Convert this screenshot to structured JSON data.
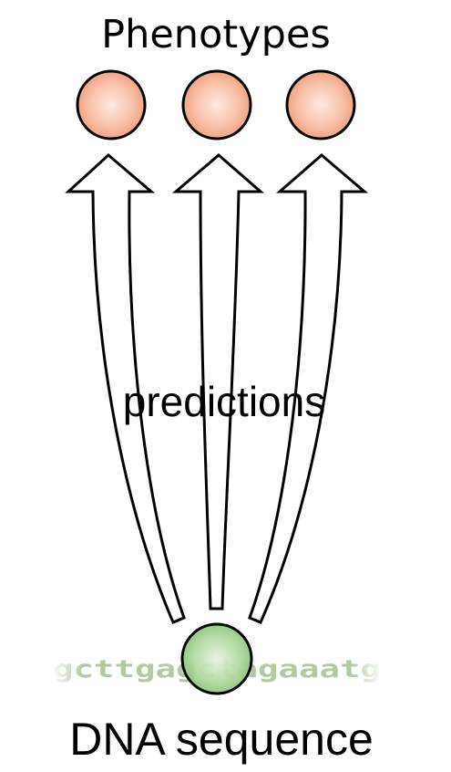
{
  "diagram": {
    "top_label": "Phenotypes",
    "middle_label": "predictions",
    "bottom_label": "DNA sequence",
    "sequence": "gcttgagctagaaatg"
  },
  "colors": {
    "phenotype_node": "#f4a284",
    "phenotype_node_center": "#fde9e1",
    "dna_node": "#8cc47a",
    "dna_node_center": "#e6f3df",
    "sequence_text": "#b3c9a0",
    "arrow_fill": "#ffffff",
    "arrow_stroke": "#000000"
  }
}
